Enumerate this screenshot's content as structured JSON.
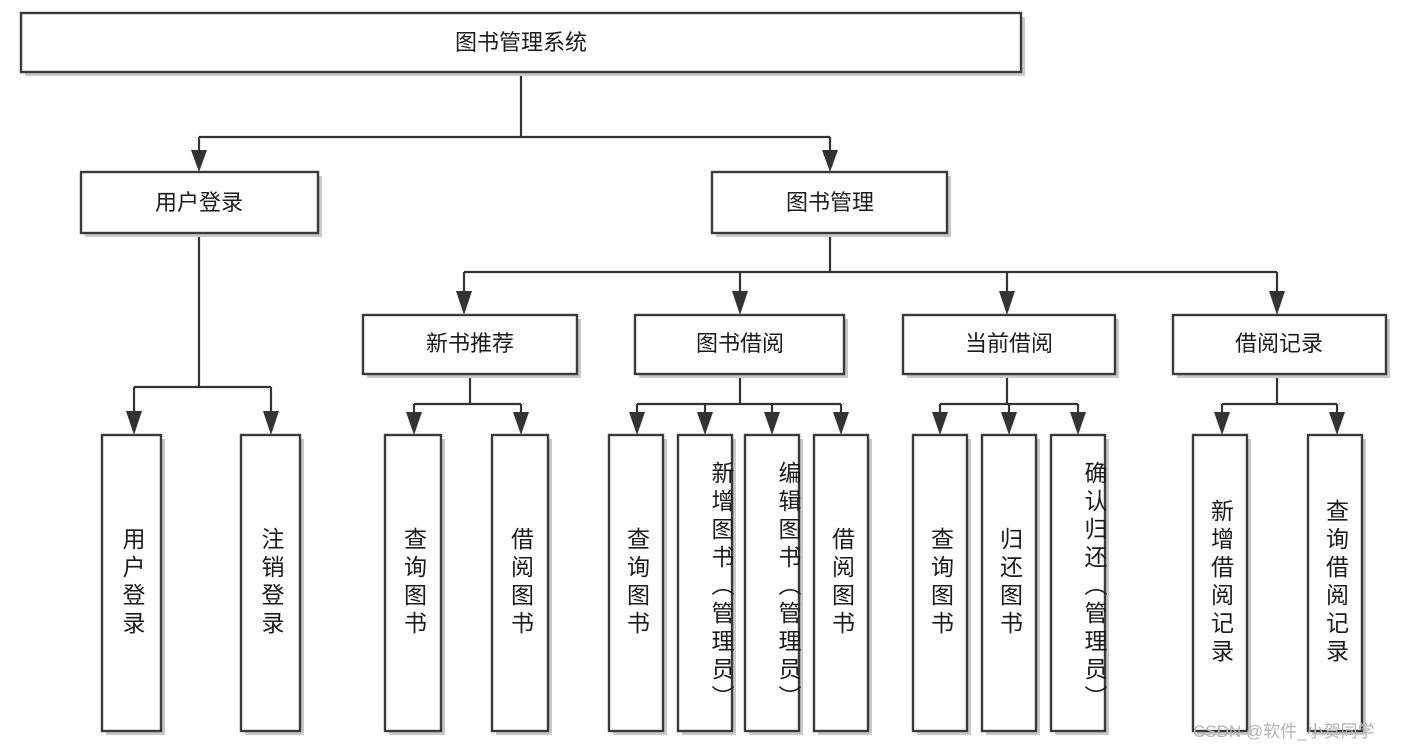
{
  "diagram": {
    "title": "图书管理系统",
    "type": "tree-hierarchy-diagram",
    "background_color": "#ffffff",
    "box_stroke_color": "#3a3a3a",
    "connector_color": "#333333",
    "text_color": "#1b1b1b",
    "root": {
      "label": "图书管理系统",
      "orientation": "horizontal"
    },
    "level2": [
      {
        "label": "用户登录",
        "orientation": "horizontal"
      },
      {
        "label": "图书管理",
        "orientation": "horizontal"
      }
    ],
    "level3": [
      {
        "label": "新书推荐",
        "orientation": "horizontal"
      },
      {
        "label": "图书借阅",
        "orientation": "horizontal"
      },
      {
        "label": "当前借阅",
        "orientation": "horizontal"
      },
      {
        "label": "借阅记录",
        "orientation": "horizontal"
      }
    ],
    "leaves": {
      "user_login": [
        {
          "label": "用户登录",
          "orientation": "vertical",
          "align": "center"
        },
        {
          "label": "注销登录",
          "orientation": "vertical",
          "align": "center"
        }
      ],
      "new_book_recommend": [
        {
          "label": "查询图书",
          "orientation": "vertical",
          "align": "center"
        },
        {
          "label": "借阅图书",
          "orientation": "vertical",
          "align": "center"
        }
      ],
      "book_borrow": [
        {
          "label": "查询图书",
          "orientation": "vertical",
          "align": "center"
        },
        {
          "label": "新增图书（管理员）",
          "orientation": "vertical",
          "align": "top"
        },
        {
          "label": "编辑图书（管理员）",
          "orientation": "vertical",
          "align": "top"
        },
        {
          "label": "借阅图书",
          "orientation": "vertical",
          "align": "center"
        }
      ],
      "current_borrow": [
        {
          "label": "查询图书",
          "orientation": "vertical",
          "align": "center"
        },
        {
          "label": "归还图书",
          "orientation": "vertical",
          "align": "center"
        },
        {
          "label": "确认归还（管理员）",
          "orientation": "vertical",
          "align": "top"
        }
      ],
      "borrow_record": [
        {
          "label": "新增借阅记录",
          "orientation": "vertical",
          "align": "center"
        },
        {
          "label": "查询借阅记录",
          "orientation": "vertical",
          "align": "center"
        }
      ]
    }
  },
  "watermark": {
    "text": "CSDN @软件_小贺同学"
  }
}
